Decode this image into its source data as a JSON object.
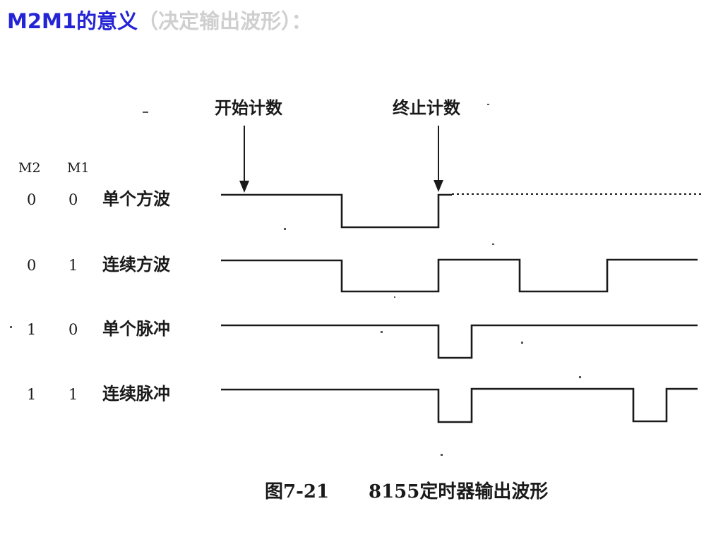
{
  "title": {
    "main": "M2M1的意义",
    "sub": "（决定输出波形）："
  },
  "diagram": {
    "markers": {
      "start": "开始计数",
      "stop": "终止计数"
    },
    "headers": {
      "m2": "M2",
      "m1": "M1"
    },
    "rows": [
      {
        "m2": "0",
        "m1": "0",
        "label": "单个方波"
      },
      {
        "m2": "0",
        "m1": "1",
        "label": "连续方波"
      },
      {
        "m2": "1",
        "m1": "0",
        "label": "单个脉冲"
      },
      {
        "m2": "1",
        "m1": "1",
        "label": "连续脉冲"
      }
    ],
    "caption_fig": "图7-21",
    "caption_text": "8155定时器输出波形"
  }
}
